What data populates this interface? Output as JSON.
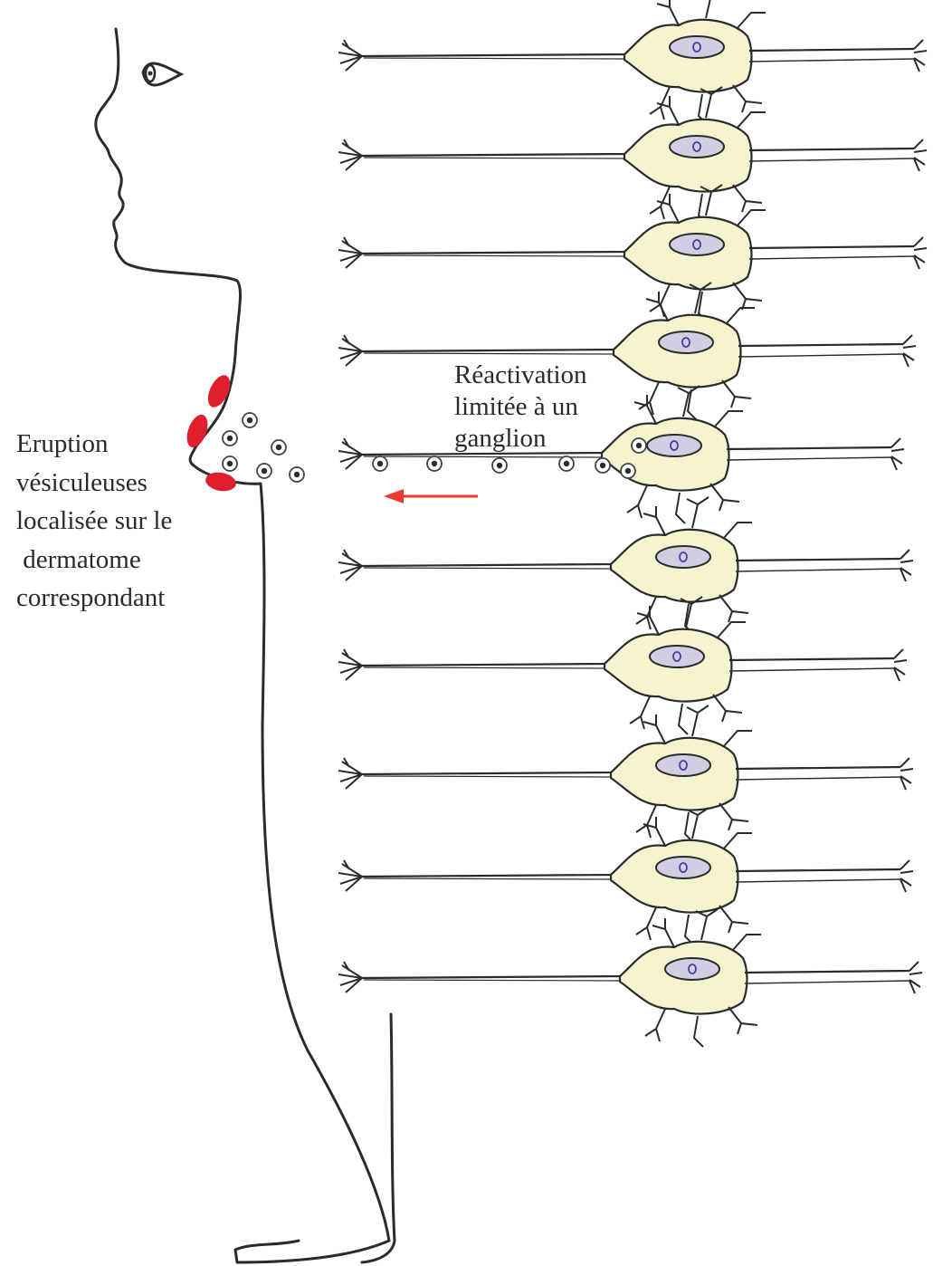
{
  "labels": {
    "eruption": [
      "Eruption",
      "vésiculeuses",
      "localisée sur le",
      " dermatome",
      "correspondant"
    ],
    "reactivation": [
      "Réactivation",
      "limitée à un",
      "ganglion"
    ]
  },
  "neuron_count": 10,
  "reactivated_neuron_index": 4,
  "virion_count": 13,
  "colors": {
    "outline": "#2b2b2b",
    "cell_fill": "#f6f4cf",
    "nucleus_fill": "#d3cde2",
    "nucleolus_stroke": "#4a3aa8",
    "vesicle": "#e01e2d",
    "arrow": "#ee3b2e"
  }
}
